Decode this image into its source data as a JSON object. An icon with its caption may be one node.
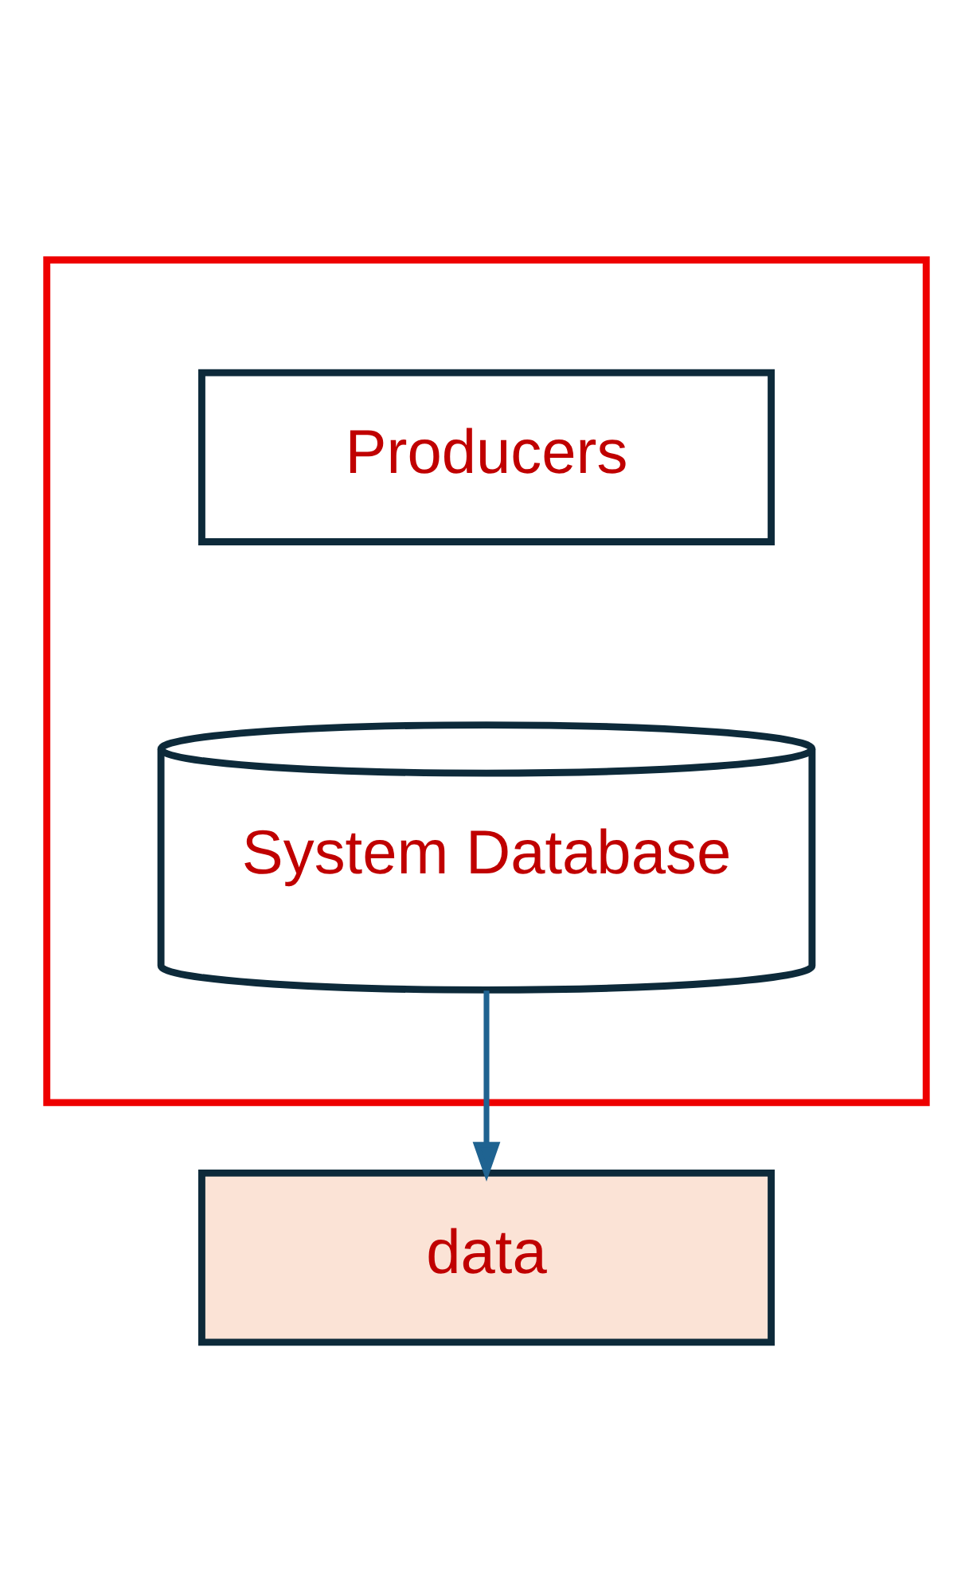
{
  "diagram": {
    "nodes": [
      {
        "text": [],
        "shape": "box"
      },
      {
        "text": [
          "Producers"
        ],
        "in": 0
      },
      {
        "text": [
          "System Database"
        ],
        "in": 0
      },
      {
        "text": [
          "data"
        ]
      }
    ],
    "edges": [
      {
        "from": 2,
        "to": 3,
        "arrow": "to"
      }
    ]
  }
}
